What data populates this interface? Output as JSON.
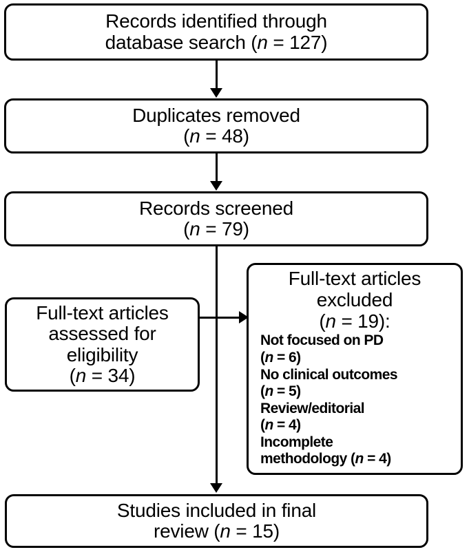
{
  "diagram": {
    "title": "PRISMA study selection flow diagram",
    "type": "flowchart",
    "stroke_color": "#000000",
    "background_color": "#ffffff",
    "boxes": [
      {
        "id": "identification",
        "lines": [
          "Records identified through",
          "database search (n = 127)"
        ],
        "line1": "Records identified through",
        "line2_pre": "database search (",
        "line2_n": "n",
        "line2_post": " = 127)",
        "count": 127
      },
      {
        "id": "duplicates",
        "lines": [
          "Duplicates removed",
          "(n = 48)"
        ],
        "line1": "Duplicates removed",
        "line2_pre": "(",
        "line2_n": "n",
        "line2_post": " = 48)",
        "count": 48
      },
      {
        "id": "screened",
        "lines": [
          "Records screened",
          "(n = 79)"
        ],
        "line1": "Records screened",
        "line2_pre": "(",
        "line2_n": "n",
        "line2_post": " = 79)",
        "count": 79
      },
      {
        "id": "eligibility",
        "lines": [
          "Full-text articles",
          "assessed for",
          "eligibility",
          "(n = 34)"
        ],
        "line1": "Full-text articles",
        "line2": "assessed for",
        "line3": "eligibility",
        "line4_pre": "(",
        "line4_n": "n",
        "line4_post": " = 34)",
        "count": 34
      },
      {
        "id": "excluded",
        "lines": [
          "Full-text articles",
          "excluded",
          "(n = 19):"
        ],
        "line1": "Full-text articles",
        "line2": "excluded",
        "line3_pre": "(",
        "line3_n": "n",
        "line3_post": " = 19):",
        "count": 19,
        "reasons": [
          {
            "label": "Not focused on PD",
            "count_pre": "(",
            "count_n": "n",
            "count_post": " = 6)",
            "count": 6
          },
          {
            "label": "No clinical outcomes",
            "count_pre": "(",
            "count_n": "n",
            "count_post": " = 5)",
            "count": 5
          },
          {
            "label": "Review/editorial",
            "count_pre": "(",
            "count_n": "n",
            "count_post": " = 4)",
            "count": 4
          },
          {
            "label": "Incomplete",
            "label2_pre": "methodology (",
            "label2_n": "n",
            "label2_post": " = 4)",
            "count": 4
          }
        ]
      },
      {
        "id": "included",
        "lines": [
          "Studies included in final",
          "review (n = 15)"
        ],
        "line1": "Studies included in final",
        "line2_pre": "review (",
        "line2_n": "n",
        "line2_post": " = 15)",
        "count": 15
      }
    ]
  }
}
